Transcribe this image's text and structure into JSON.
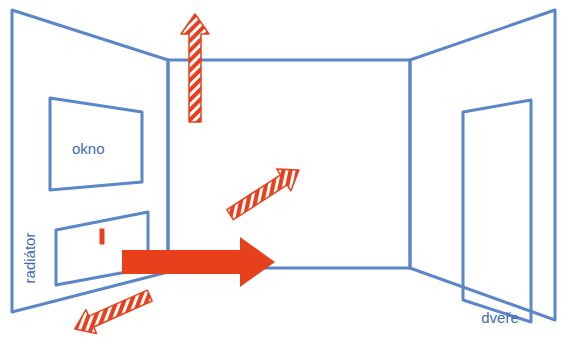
{
  "diagram": {
    "nodes": [
      {
        "text": [
          "okno"
        ]
      }
    ],
    "labels": [
      "radiátor",
      "dveře"
    ]
  }
}
